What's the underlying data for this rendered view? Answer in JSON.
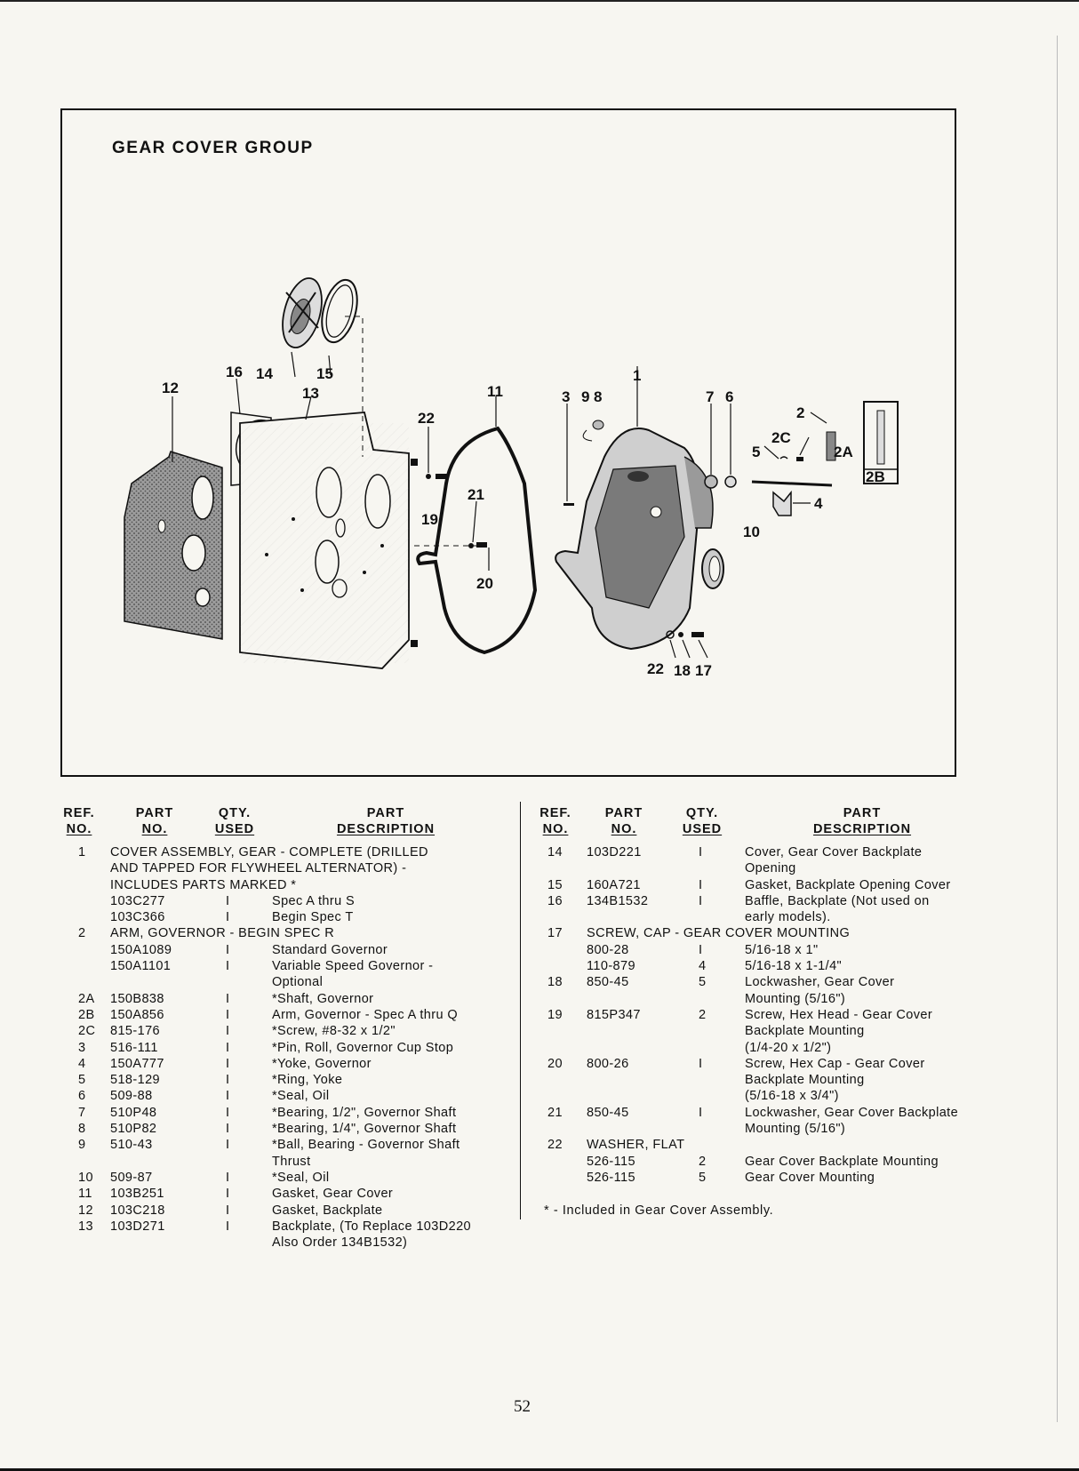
{
  "diagram": {
    "title": "GEAR COVER GROUP",
    "callouts": [
      "12",
      "16",
      "14",
      "15",
      "13",
      "22",
      "19",
      "11",
      "21",
      "20",
      "3",
      "9",
      "8",
      "1",
      "7",
      "6",
      "2",
      "2C",
      "5",
      "2A",
      "2B",
      "4",
      "10",
      "22",
      "18",
      "17"
    ]
  },
  "table": {
    "headers": [
      {
        "line1": "REF.",
        "line2": "NO."
      },
      {
        "line1": "PART",
        "line2": "NO."
      },
      {
        "line1": "QTY.",
        "line2": "USED"
      },
      {
        "line1": "PART",
        "line2": "DESCRIPTION"
      }
    ],
    "left_rows": [
      {
        "ref": "1",
        "part": "",
        "qty": "",
        "desc": "",
        "full": "COVER ASSEMBLY, GEAR - COMPLETE (DRILLED"
      },
      {
        "ref": "",
        "part": "",
        "qty": "",
        "desc": "",
        "full": "AND TAPPED FOR FLYWHEEL ALTERNATOR) -"
      },
      {
        "ref": "",
        "part": "",
        "qty": "",
        "desc": "",
        "full": "INCLUDES PARTS MARKED *"
      },
      {
        "ref": "",
        "part": "103C277",
        "qty": "I",
        "desc": "Spec A thru S",
        "full": ""
      },
      {
        "ref": "",
        "part": "103C366",
        "qty": "I",
        "desc": "Begin Spec T",
        "full": ""
      },
      {
        "ref": "2",
        "part": "",
        "qty": "",
        "desc": "",
        "full": "ARM, GOVERNOR - BEGIN SPEC R"
      },
      {
        "ref": "",
        "part": "150A1089",
        "qty": "I",
        "desc": "Standard Governor",
        "full": ""
      },
      {
        "ref": "",
        "part": "150A1101",
        "qty": "I",
        "desc": "Variable Speed Governor -",
        "full": ""
      },
      {
        "ref": "",
        "part": "",
        "qty": "",
        "desc": "  Optional",
        "full": ""
      },
      {
        "ref": "2A",
        "part": "150B838",
        "qty": "I",
        "desc": "*Shaft, Governor",
        "full": ""
      },
      {
        "ref": "2B",
        "part": "150A856",
        "qty": "I",
        "desc": "Arm, Governor - Spec A thru Q",
        "full": ""
      },
      {
        "ref": "2C",
        "part": "815-176",
        "qty": "I",
        "desc": "*Screw, #8-32 x 1/2\"",
        "full": ""
      },
      {
        "ref": "3",
        "part": "516-111",
        "qty": "I",
        "desc": "*Pin, Roll, Governor Cup Stop",
        "full": ""
      },
      {
        "ref": "4",
        "part": "150A777",
        "qty": "I",
        "desc": "*Yoke, Governor",
        "full": ""
      },
      {
        "ref": "5",
        "part": "518-129",
        "qty": "I",
        "desc": "*Ring, Yoke",
        "full": ""
      },
      {
        "ref": "6",
        "part": "509-88",
        "qty": "I",
        "desc": "*Seal, Oil",
        "full": ""
      },
      {
        "ref": "7",
        "part": "510P48",
        "qty": "I",
        "desc": "*Bearing, 1/2\", Governor Shaft",
        "full": ""
      },
      {
        "ref": "8",
        "part": "510P82",
        "qty": "I",
        "desc": "*Bearing, 1/4\", Governor Shaft",
        "full": ""
      },
      {
        "ref": "9",
        "part": "510-43",
        "qty": "I",
        "desc": "*Ball, Bearing - Governor Shaft",
        "full": ""
      },
      {
        "ref": "",
        "part": "",
        "qty": "",
        "desc": "  Thrust",
        "full": ""
      },
      {
        "ref": "10",
        "part": "509-87",
        "qty": "I",
        "desc": "*Seal, Oil",
        "full": ""
      },
      {
        "ref": "11",
        "part": "103B251",
        "qty": "I",
        "desc": "Gasket, Gear Cover",
        "full": ""
      },
      {
        "ref": "12",
        "part": "103C218",
        "qty": "I",
        "desc": "Gasket, Backplate",
        "full": ""
      },
      {
        "ref": "13",
        "part": "103D271",
        "qty": "I",
        "desc": "Backplate, (To Replace 103D220",
        "full": ""
      },
      {
        "ref": "",
        "part": "",
        "qty": "",
        "desc": "  Also Order 134B1532)",
        "full": ""
      }
    ],
    "right_rows": [
      {
        "ref": "14",
        "part": "103D221",
        "qty": "I",
        "desc": "Cover, Gear Cover Backplate",
        "full": ""
      },
      {
        "ref": "",
        "part": "",
        "qty": "",
        "desc": "  Opening",
        "full": ""
      },
      {
        "ref": "15",
        "part": "160A721",
        "qty": "I",
        "desc": "Gasket, Backplate Opening Cover",
        "full": ""
      },
      {
        "ref": "16",
        "part": "134B1532",
        "qty": "I",
        "desc": "Baffle, Backplate (Not used on",
        "full": ""
      },
      {
        "ref": "",
        "part": "",
        "qty": "",
        "desc": "  early models).",
        "full": ""
      },
      {
        "ref": "17",
        "part": "",
        "qty": "",
        "desc": "",
        "full": "SCREW, CAP - GEAR COVER MOUNTING"
      },
      {
        "ref": "",
        "part": "800-28",
        "qty": "I",
        "desc": "5/16-18 x 1\"",
        "full": ""
      },
      {
        "ref": "",
        "part": "110-879",
        "qty": "4",
        "desc": "5/16-18 x 1-1/4\"",
        "full": ""
      },
      {
        "ref": "18",
        "part": "850-45",
        "qty": "5",
        "desc": "Lockwasher, Gear Cover",
        "full": ""
      },
      {
        "ref": "",
        "part": "",
        "qty": "",
        "desc": "  Mounting (5/16\")",
        "full": ""
      },
      {
        "ref": "19",
        "part": "815P347",
        "qty": "2",
        "desc": "Screw, Hex Head - Gear Cover",
        "full": ""
      },
      {
        "ref": "",
        "part": "",
        "qty": "",
        "desc": "  Backplate Mounting",
        "full": ""
      },
      {
        "ref": "",
        "part": "",
        "qty": "",
        "desc": "  (1/4-20 x 1/2\")",
        "full": ""
      },
      {
        "ref": "20",
        "part": "800-26",
        "qty": "I",
        "desc": "Screw, Hex Cap - Gear Cover",
        "full": ""
      },
      {
        "ref": "",
        "part": "",
        "qty": "",
        "desc": "  Backplate Mounting",
        "full": ""
      },
      {
        "ref": "",
        "part": "",
        "qty": "",
        "desc": "  (5/16-18 x 3/4\")",
        "full": ""
      },
      {
        "ref": "21",
        "part": "850-45",
        "qty": "I",
        "desc": "Lockwasher, Gear Cover Backplate",
        "full": ""
      },
      {
        "ref": "",
        "part": "",
        "qty": "",
        "desc": "  Mounting (5/16\")",
        "full": ""
      },
      {
        "ref": "22",
        "part": "",
        "qty": "",
        "desc": "",
        "full": "WASHER, FLAT"
      },
      {
        "ref": "",
        "part": "526-115",
        "qty": "2",
        "desc": "Gear Cover Backplate Mounting",
        "full": ""
      },
      {
        "ref": "",
        "part": "526-115",
        "qty": "5",
        "desc": "Gear Cover Mounting",
        "full": ""
      }
    ]
  },
  "footnote": "* - Included in Gear Cover Assembly.",
  "page_number": "52"
}
